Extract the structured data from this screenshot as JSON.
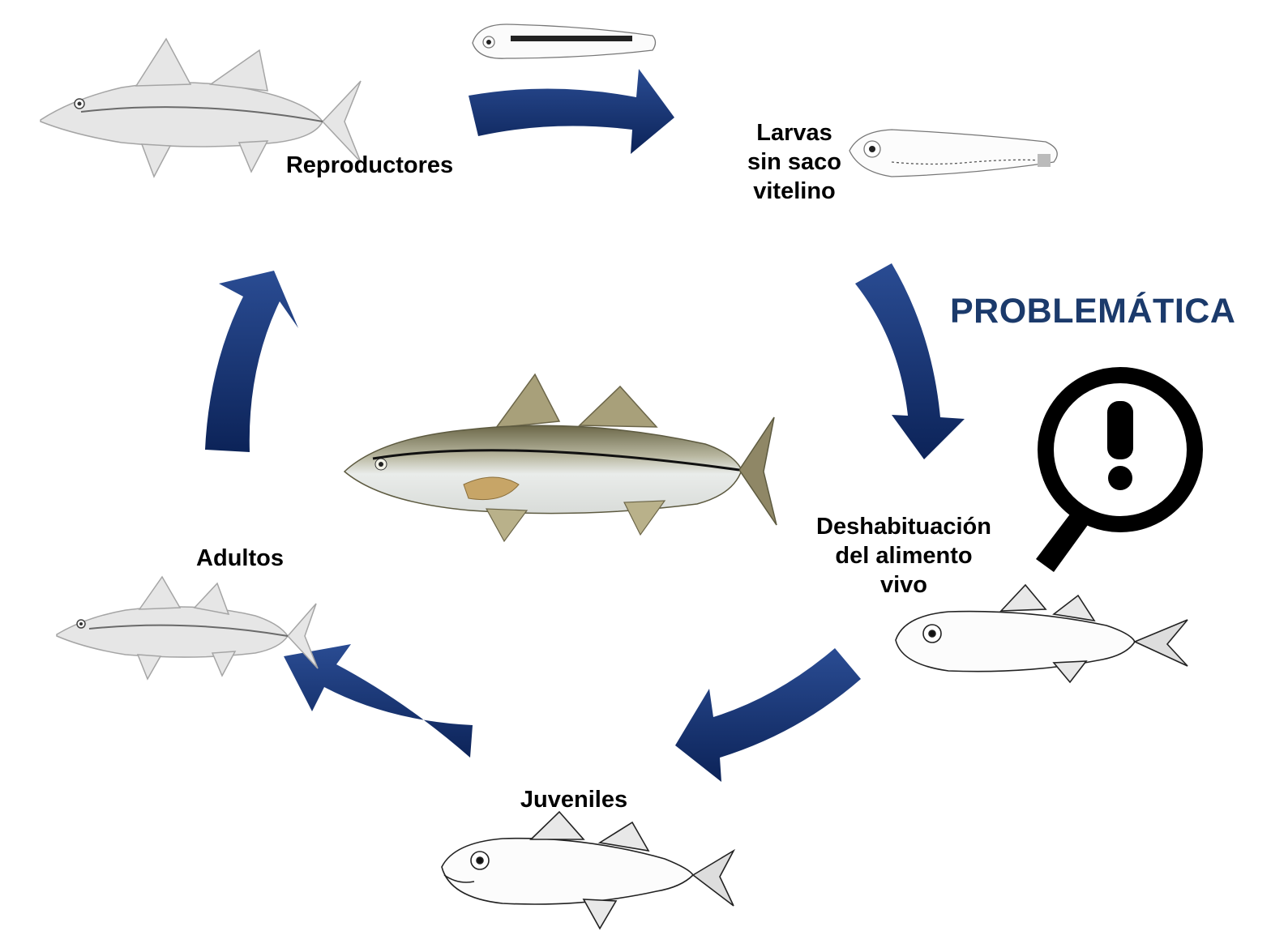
{
  "labels": {
    "reproductores": "Reproductores",
    "larvas": "Larvas\nsin saco\nvitelino",
    "deshabituacion": "Deshabituación\ndel alimento\nvivo",
    "juveniles": "Juveniles",
    "adultos": "Adultos"
  },
  "problem_label": "PROBLEMÁTICA",
  "colors": {
    "arrow": "#14306b",
    "problem_text": "#1b3a6b",
    "fish_body": "#e8eceb",
    "fish_back": "#6f6a4e",
    "fish_fins": "#a8a07a",
    "sketch": "#8a8a8a"
  },
  "icons": {
    "magnifier": "magnifier-exclamation-icon"
  }
}
